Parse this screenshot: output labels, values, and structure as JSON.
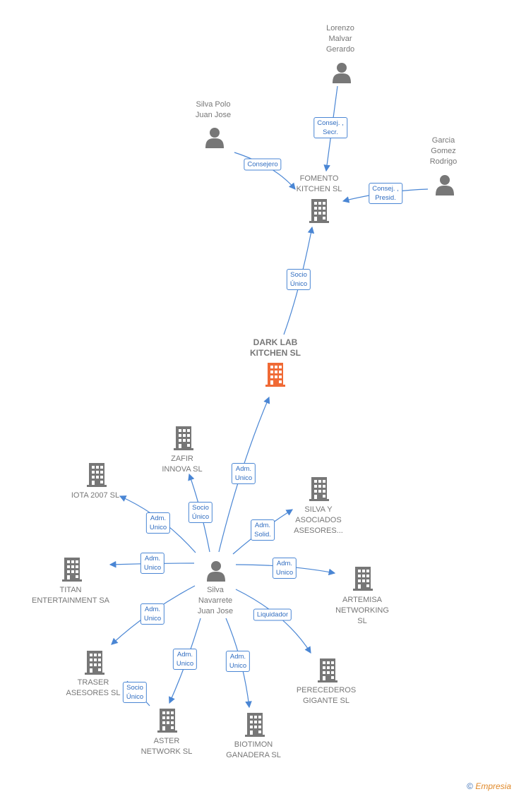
{
  "nodes": {
    "lorenzo": {
      "label": "Lorenzo\nMalvar\nGerardo"
    },
    "silva_polo": {
      "label": "Silva Polo\nJuan Jose"
    },
    "garcia": {
      "label": "Garcia\nGomez\nRodrigo"
    },
    "fomento": {
      "label": "FOMENTO\nKITCHEN  SL"
    },
    "darklab": {
      "label": "DARK LAB\nKITCHEN  SL"
    },
    "zafir": {
      "label": "ZAFIR\nINNOVA  SL"
    },
    "iota": {
      "label": "IOTA 2007 SL"
    },
    "silva_y": {
      "label": "SILVA Y\nASOCIADOS\nASESORES..."
    },
    "titan": {
      "label": "TITAN\nENTERTAINMENT SA"
    },
    "navarrete": {
      "label": "Silva\nNavarrete\nJuan Jose"
    },
    "artemisa": {
      "label": "ARTEMISA\nNETWORKING\nSL"
    },
    "traser": {
      "label": "TRASER\nASESORES SL"
    },
    "perecederos": {
      "label": "PERECEDEROS\nGIGANTE  SL"
    },
    "aster": {
      "label": "ASTER\nNETWORK SL"
    },
    "biotimon": {
      "label": "BIOTIMON\nGANADERA SL"
    }
  },
  "edges": {
    "e1": "Consej. ,\nSecr.",
    "e2": "Consejero",
    "e3": "Consej. ,\nPresid.",
    "e4": "Socio\nÚnico",
    "e5": "Adm.\nUnico",
    "e6": "Socio\nÚnico",
    "e7": "Adm.\nUnico",
    "e8": "Adm.\nSolid.",
    "e9": "Adm.\nUnico",
    "e10": "Adm.\nUnico",
    "e11": "Adm.\nUnico",
    "e12": "Liquidador",
    "e13": "Adm.\nUnico",
    "e14": "Adm.\nUnico",
    "e15": "Socio\nÚnico"
  },
  "colors": {
    "edge": "#4a86d4",
    "icon": "#777777",
    "main_icon": "#f06a35"
  },
  "footer": {
    "copyright": "©",
    "brand": "Empresia"
  }
}
